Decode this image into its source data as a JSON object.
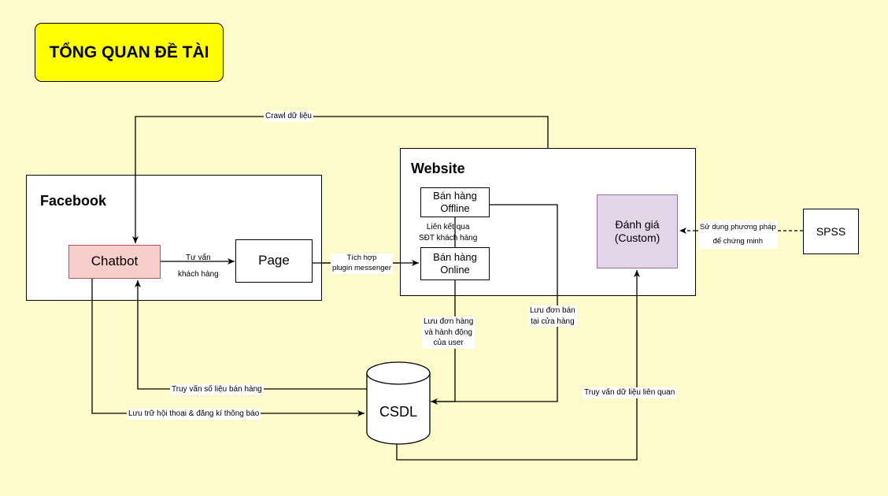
{
  "title": "TỔNG QUAN ĐỀ TÀI",
  "containers": {
    "facebook": "Facebook",
    "website": "Website"
  },
  "nodes": {
    "chatbot": "Chatbot",
    "page": "Page",
    "ban_hang_offline": "Bán hàng\nOffline",
    "ban_hang_online": "Bán hàng\nOnline",
    "danh_gia": "Đánh giá\n(Custom)",
    "spss": "SPSS",
    "csdl": "CSDL"
  },
  "edges": {
    "crawl": "Crawl dữ liệu",
    "tu_van": "Tư vấn\nkhách hàng",
    "tich_hop": "Tích hợp\nplugin messenger",
    "lien_ket": "Liên kết qua\nSĐT khách hàng",
    "su_dung": "Sử dụng phương pháp\nđể chứng minh",
    "luu_don_hang": "Lưu đơn hàng\nvà hành động\ncủa user",
    "luu_don_ban": "Lưu đơn bán\ntại cửa hàng",
    "truy_van_so_lieu": "Truy vấn số liệu bán hàng",
    "luu_tru": "Lưu trữ hội thoại & đăng kí thông báo",
    "truy_van_du_lieu": "Truy vấn dữ liệu liên quan"
  },
  "colors": {
    "background": "#fdfbc9",
    "title_fill": "#ffff00",
    "chatbot_fill": "#f8cecc",
    "chatbot_stroke": "#b85450",
    "danh_gia_fill": "#e1d5e7",
    "danh_gia_stroke": "#9673a6"
  }
}
